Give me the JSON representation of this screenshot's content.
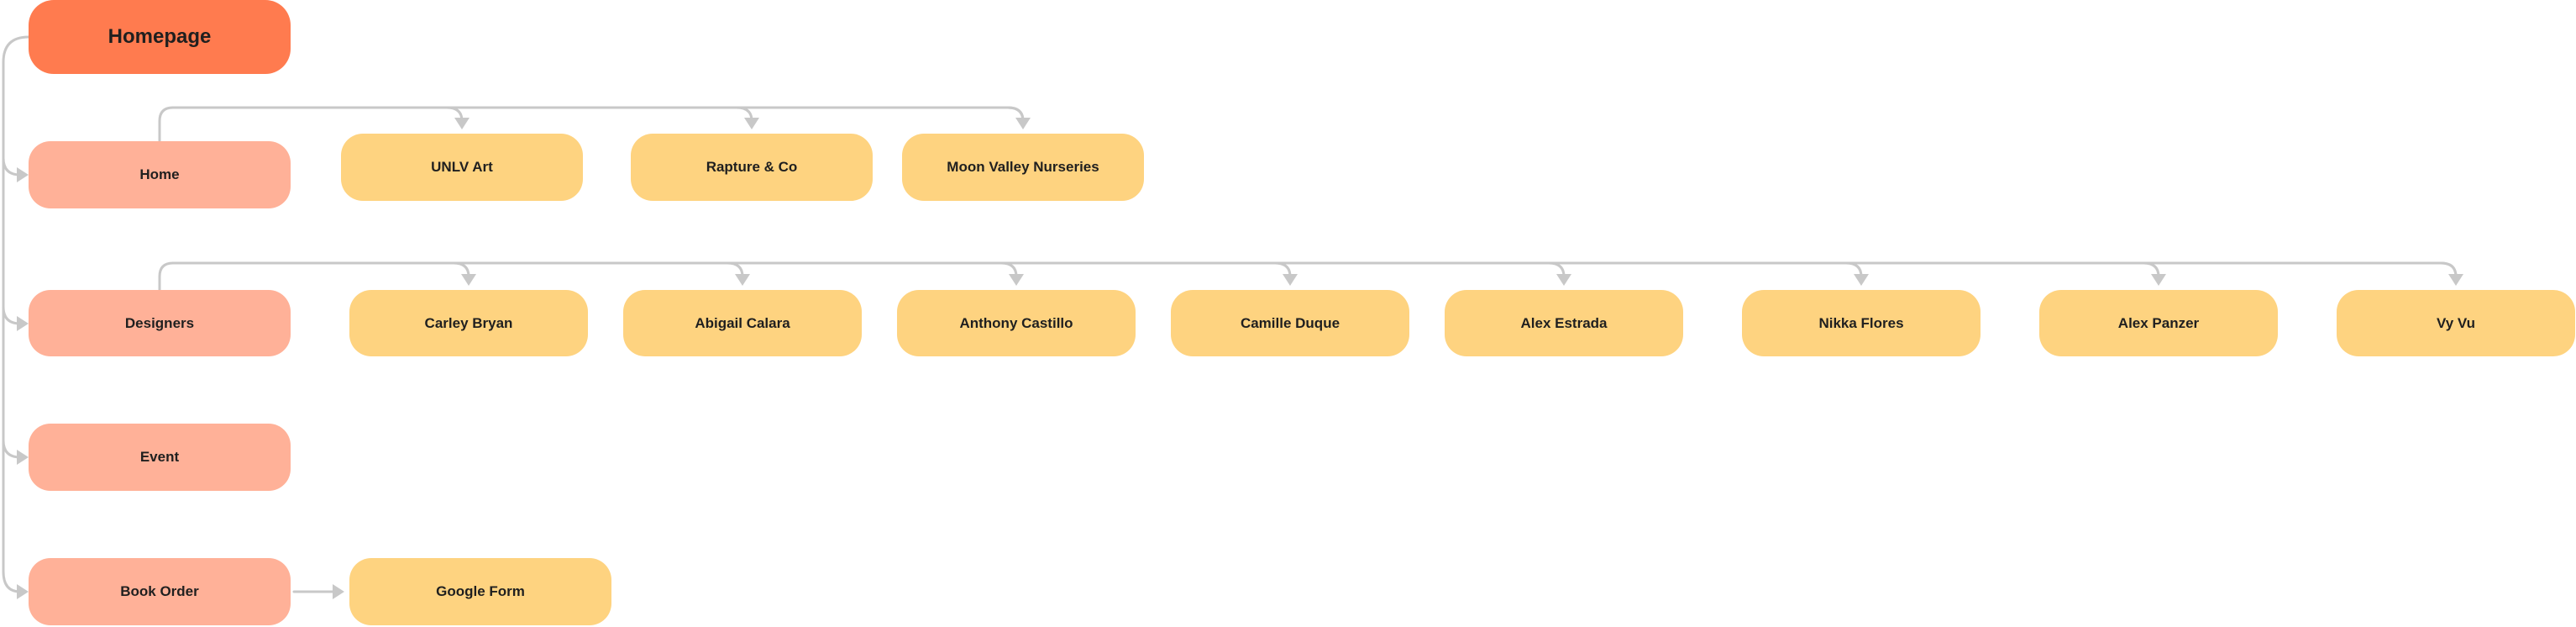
{
  "root": {
    "label": "Homepage"
  },
  "sections": {
    "home": {
      "label": "Home",
      "children": [
        "UNLV Art",
        "Rapture & Co",
        "Moon Valley Nurseries"
      ]
    },
    "designers": {
      "label": "Designers",
      "children": [
        "Carley Bryan",
        "Abigail Calara",
        "Anthony Castillo",
        "Camille Duque",
        "Alex Estrada",
        "Nikka Flores",
        "Alex Panzer",
        "Vy Vu"
      ]
    },
    "event": {
      "label": "Event",
      "children": []
    },
    "book_order": {
      "label": "Book Order",
      "children": [
        "Google  Form"
      ]
    }
  },
  "colors": {
    "root": "#ff7b4f",
    "section": "#ffb198",
    "leaf": "#fed380",
    "connector": "#c8c8c8"
  }
}
